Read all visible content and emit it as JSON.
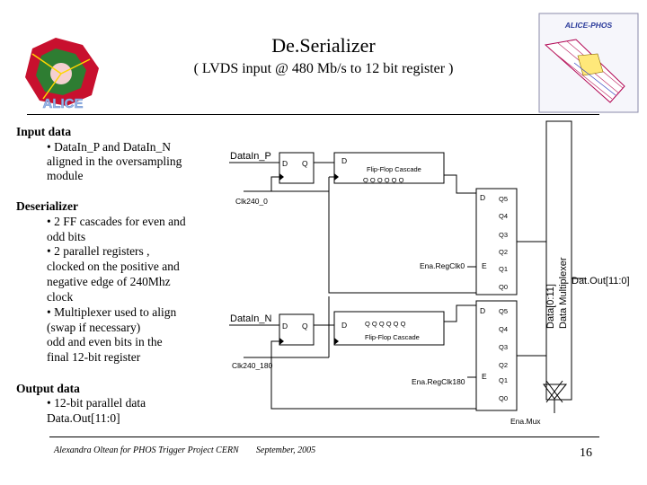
{
  "title": "De.Serializer",
  "subtitle": "( LVDS input @ 480 Mb/s  to 12 bit register )",
  "logos": {
    "left_word": "ALICE",
    "right_word": "ALICE-PHOS"
  },
  "input_section": {
    "heading": "Input data",
    "bullets": [
      "• DataIn_P and DataIn_N",
      "aligned in the oversampling",
      "module"
    ]
  },
  "deserializer_section": {
    "heading": "Deserializer",
    "lines": [
      "• 2 FF cascades for even and",
      "odd bits",
      "• 2 parallel registers ,",
      "clocked on the positive and",
      "negative edge of 240Mhz",
      "clock",
      "• Multiplexer used to align",
      "(swap if necessary)",
      "odd and even bits in the",
      "final 12-bit register"
    ]
  },
  "output_section": {
    "heading": "Output data",
    "lines": [
      "• 12-bit parallel data",
      "Data.Out[11:0]"
    ]
  },
  "diagram": {
    "datain_p": "DataIn_P",
    "datain_n": "DataIn_N",
    "clk0": "Clk240_0",
    "clk180": "Clk240_180",
    "ff_d": "D",
    "ff_q": "Q",
    "cascade_label": "Flip-Flop Cascade",
    "cascade_q": "Q  Q  Q  Q  Q  Q",
    "ena_reg_clk0": "Ena.RegClk0",
    "ena_reg_clk180": "Ena.RegClk180",
    "reg_e": "E",
    "reg_d": "D",
    "reg_outputs": [
      "Q5",
      "Q4",
      "Q3",
      "Q2",
      "Q1",
      "Q0"
    ],
    "mux_label_1": "Data[0:11]",
    "mux_label_2": "Data Multiplexer",
    "dataout": "Dat.Out[11:0]",
    "ena_mux": "Ena.Mux"
  },
  "footer": {
    "author": "Alexandra Oltean for PHOS Trigger Project CERN",
    "date": "September, 2005",
    "page": "16"
  }
}
